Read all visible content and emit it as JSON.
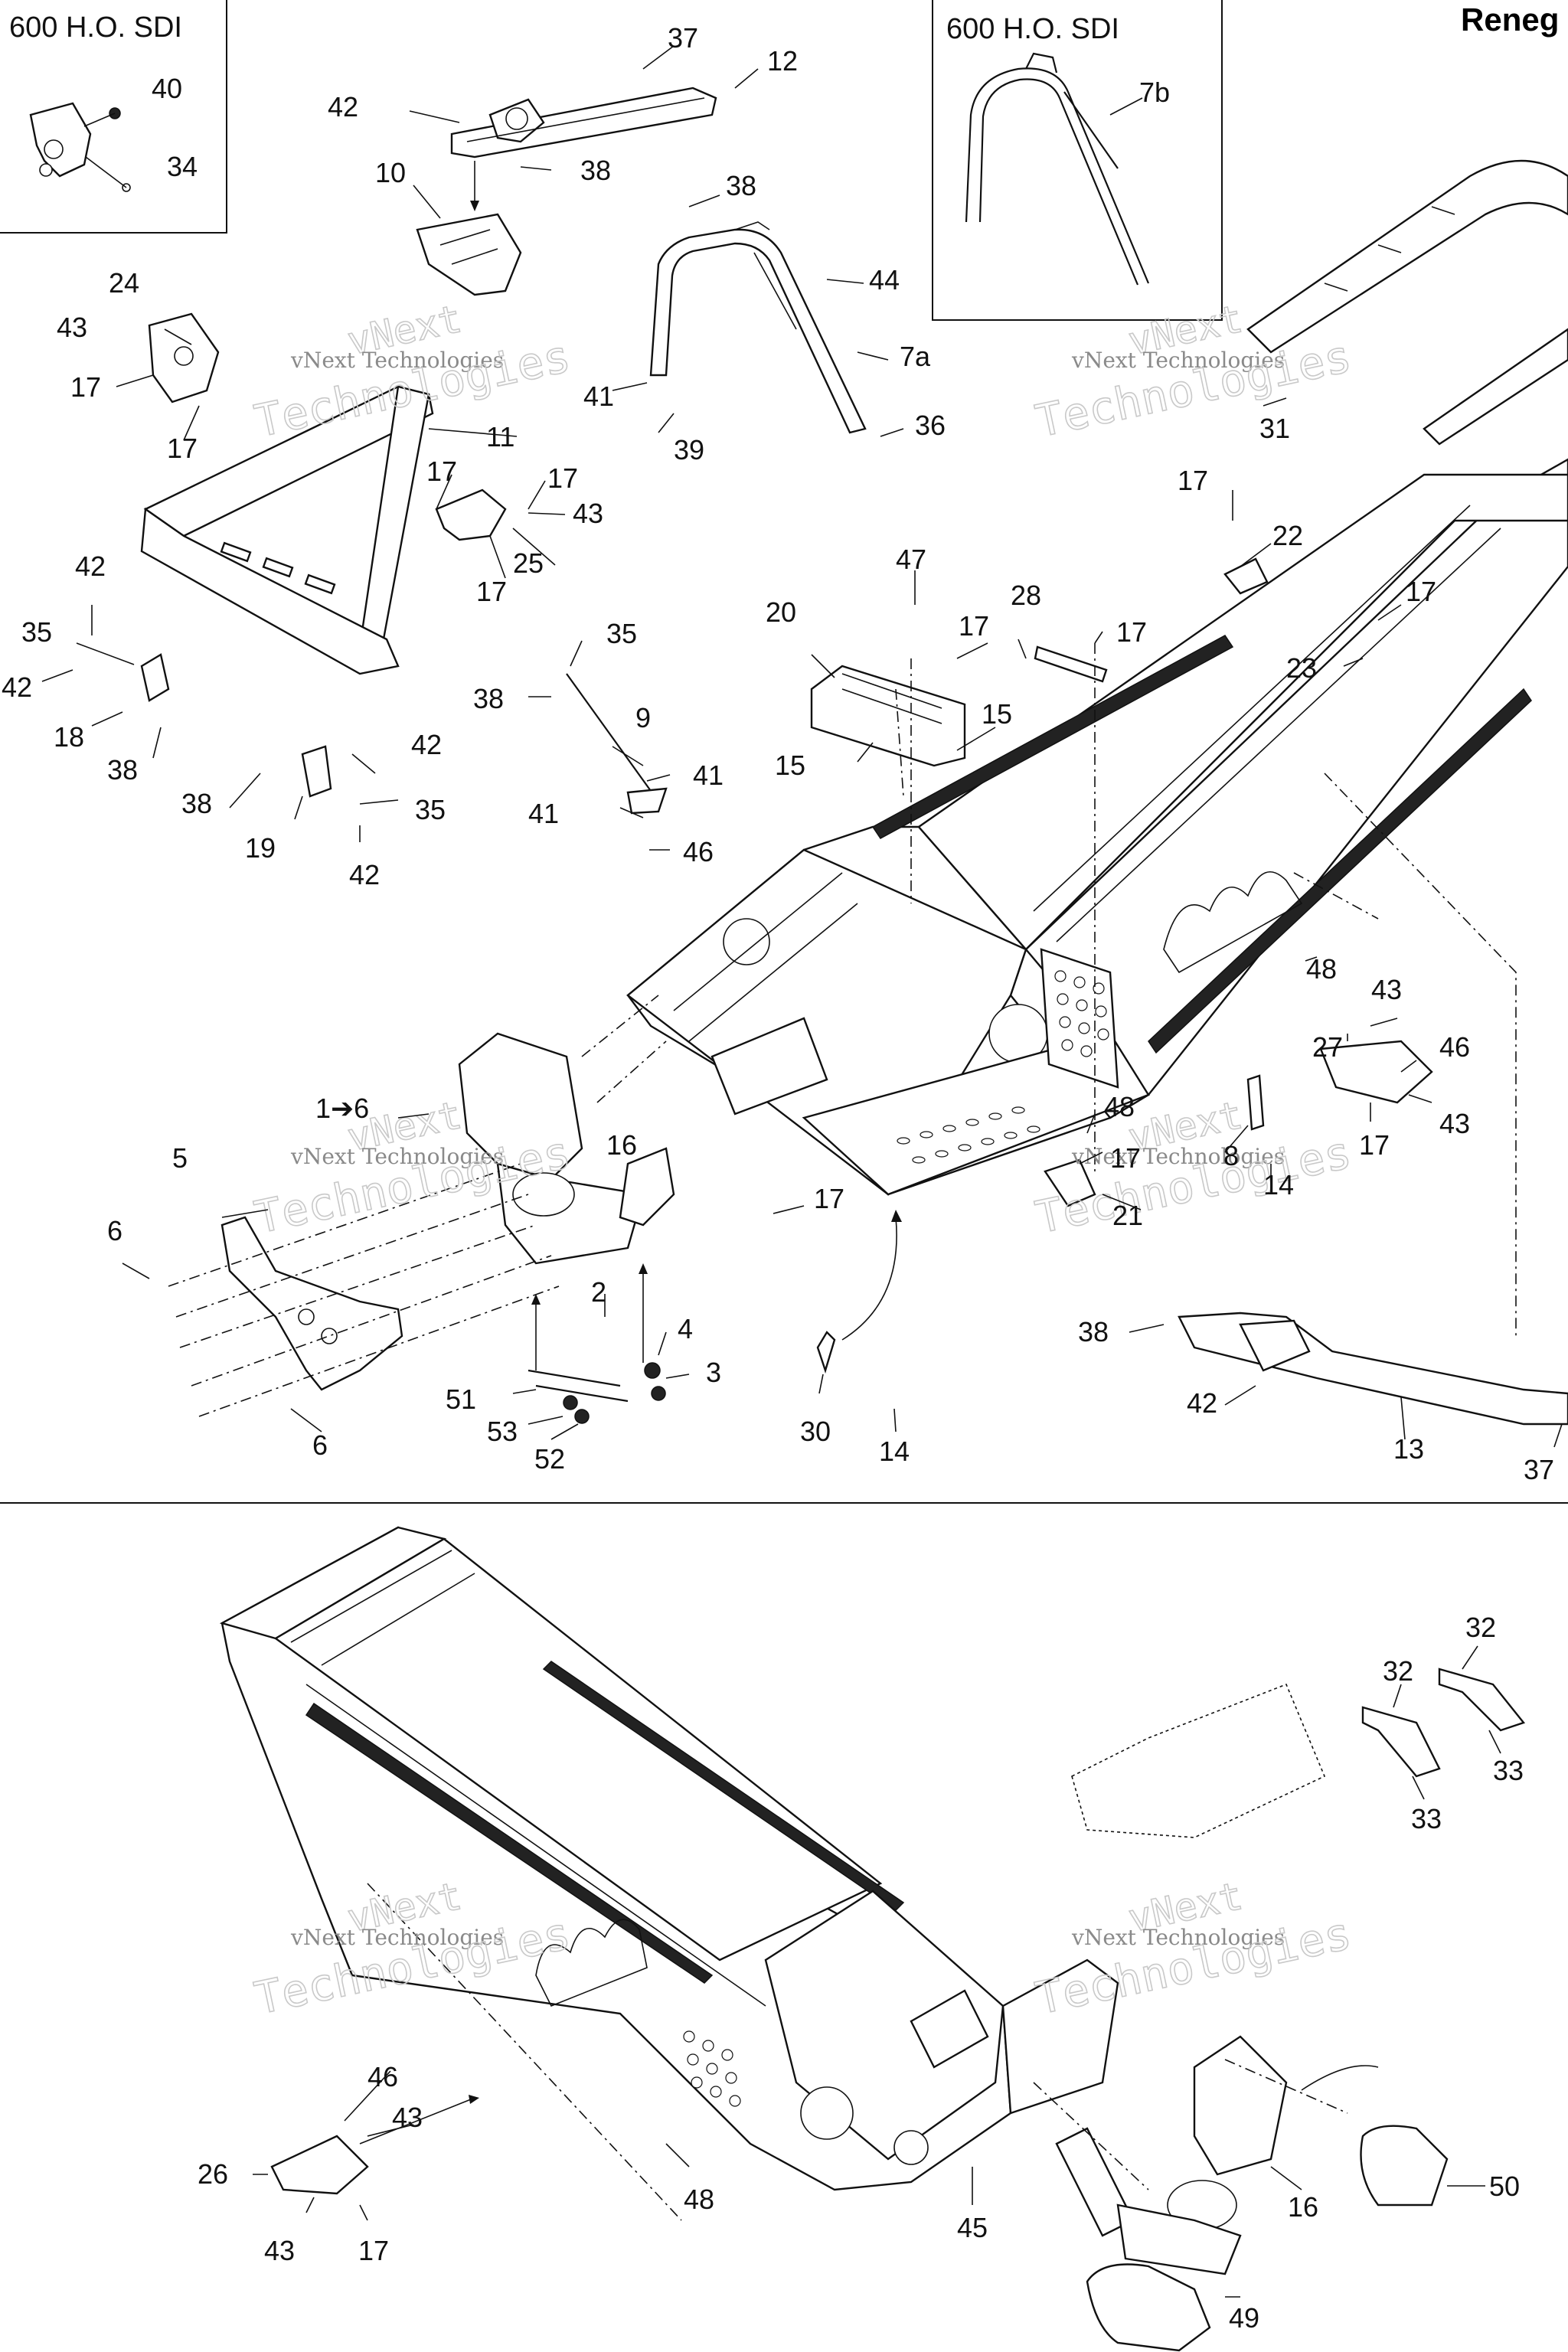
{
  "page": {
    "title": "Reneg",
    "watermark": "vNext Technologies",
    "watermark_line1": "vNext",
    "watermark_line2": "Technologies"
  },
  "inset_boxes": [
    {
      "title": "600 H.O. SDI"
    },
    {
      "title": "600 H.O. SDI"
    }
  ],
  "callouts": {
    "c40": "40",
    "c34": "34",
    "c37a": "37",
    "c12": "12",
    "c42a": "42",
    "c38a": "38",
    "c10": "10",
    "c38b": "38",
    "c44": "44",
    "c7a": "7a",
    "c41a": "41",
    "c39": "39",
    "c36": "36",
    "c7b": "7b",
    "c31": "31",
    "c24": "24",
    "c43a": "43",
    "c17a": "17",
    "c17b": "17",
    "c11": "11",
    "c17c": "17",
    "c17d": "17",
    "c43b": "43",
    "c25": "25",
    "c17e": "17",
    "c42b": "42",
    "c35a": "35",
    "c42c": "42",
    "c18": "18",
    "c38c": "38",
    "c35b": "35",
    "c38d": "38",
    "c9": "9",
    "c42d": "42",
    "c38e": "38",
    "c35c": "35",
    "c19": "19",
    "c42e": "42",
    "c41b": "41",
    "c41c": "41",
    "c46a": "46",
    "c47": "47",
    "c20": "20",
    "c17f": "17",
    "c28": "28",
    "c17g": "17",
    "c15a": "15",
    "c15b": "15",
    "c17h": "17",
    "c22": "22",
    "c17i": "17",
    "c23": "23",
    "c48a": "48",
    "c43c": "43",
    "c27": "27",
    "c46b": "46",
    "c43d": "43",
    "c17j": "17",
    "c1to6": "1➔6",
    "c16a": "16",
    "c5": "5",
    "c6a": "6",
    "c6b": "6",
    "c17k": "17",
    "c48b": "48",
    "c17l": "17",
    "c8": "8",
    "c14a": "14",
    "c21": "21",
    "c2": "2",
    "c4": "4",
    "c3": "3",
    "c51": "51",
    "c53": "53",
    "c52": "52",
    "c30": "30",
    "c14b": "14",
    "c38f": "38",
    "c42f": "42",
    "c13": "13",
    "c37b": "37",
    "c32a": "32",
    "c32b": "32",
    "c33a": "33",
    "c33b": "33",
    "c46c": "46",
    "c43e": "43",
    "c26": "26",
    "c43f": "43",
    "c17m": "17",
    "c48c": "48",
    "c45": "45",
    "c16b": "16",
    "c50": "50",
    "c49": "49"
  }
}
